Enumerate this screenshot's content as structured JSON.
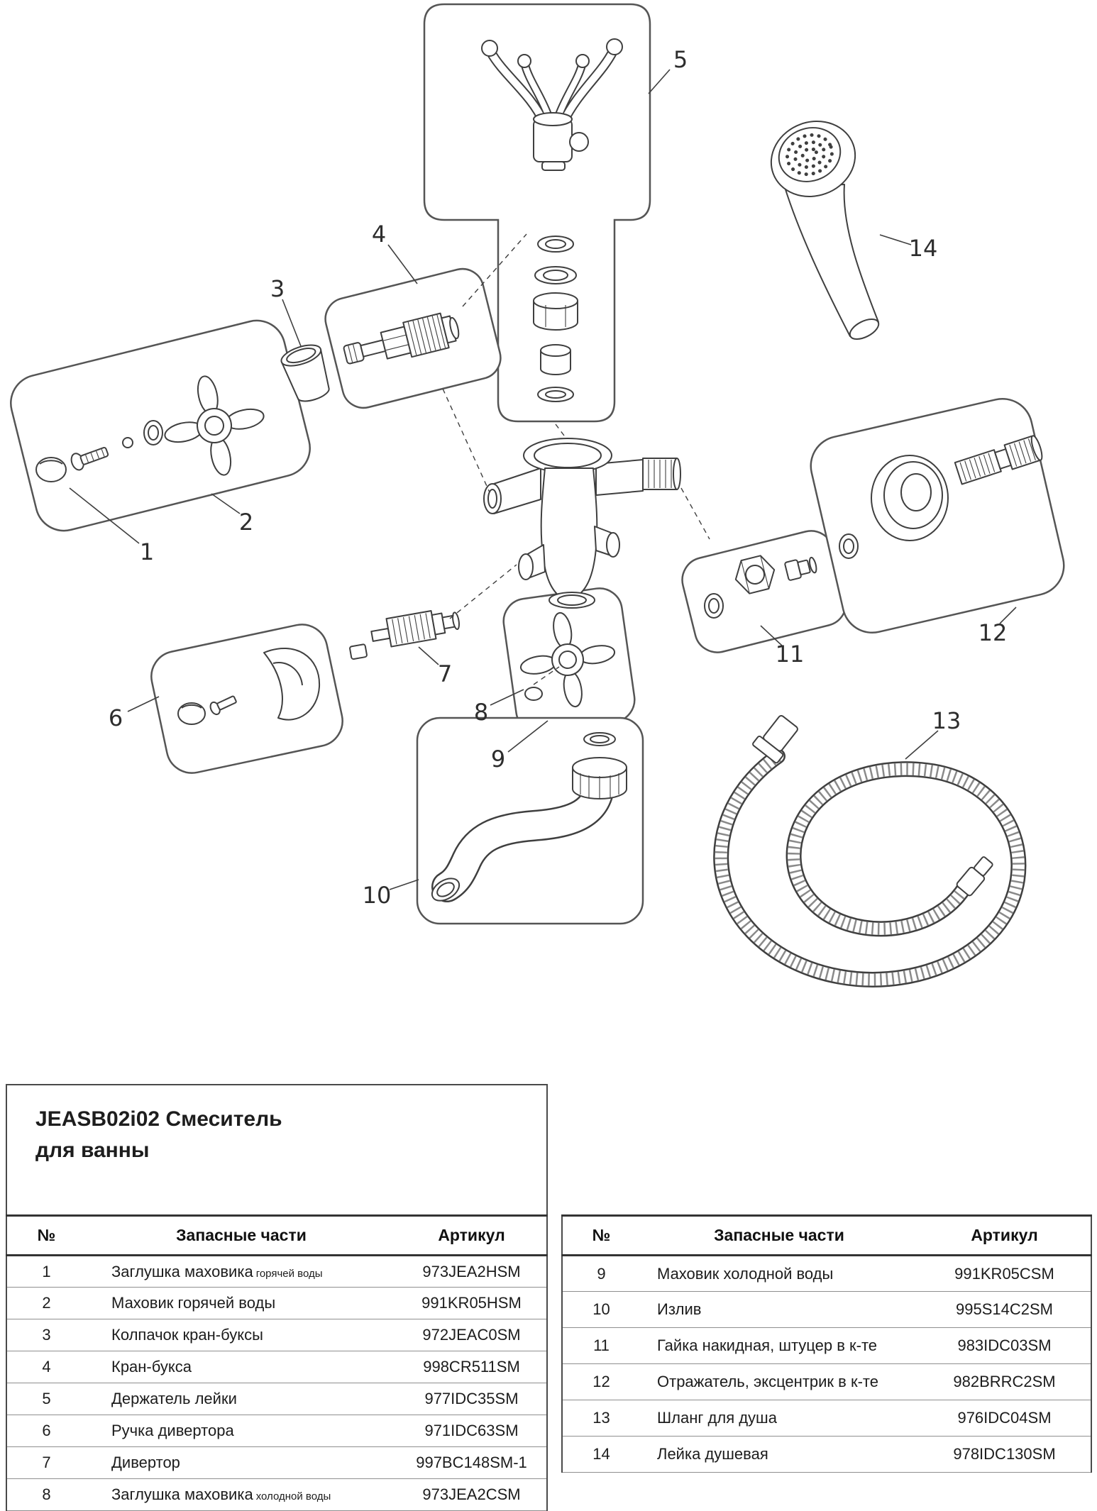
{
  "title": {
    "line1": "JEASB02i02 Смеситель",
    "line2": "для ванны"
  },
  "tables": {
    "headers": {
      "num": "№",
      "parts": "Запасные части",
      "article": "Артикул"
    },
    "left": [
      {
        "num": "1",
        "part": "Заглушка маховика",
        "part_small": "горячей воды",
        "article": "973JEA2HSM"
      },
      {
        "num": "2",
        "part": "Маховик горячей воды",
        "article": "991KR05HSM"
      },
      {
        "num": "3",
        "part": "Колпачок кран-буксы",
        "article": "972JEAC0SM"
      },
      {
        "num": "4",
        "part": "Кран-букса",
        "article": "998CR511SM"
      },
      {
        "num": "5",
        "part": "Держатель лейки",
        "article": "977IDC35SM"
      },
      {
        "num": "6",
        "part": "Ручка дивертора",
        "article": "971IDC63SM"
      },
      {
        "num": "7",
        "part": "Дивертор",
        "article": "997BC148SM-1"
      },
      {
        "num": "8",
        "part": "Заглушка маховика",
        "part_small": "холодной воды",
        "article": "973JEA2CSM"
      }
    ],
    "right": [
      {
        "num": "9",
        "part": "Маховик холодной воды",
        "article": "991KR05CSM"
      },
      {
        "num": "10",
        "part": "Излив",
        "article": "995S14C2SM"
      },
      {
        "num": "11",
        "part": "Гайка накидная, штуцер в к-те",
        "article": "983IDC03SM"
      },
      {
        "num": "12",
        "part": "Отражатель, эксцентрик в к-те",
        "article": "982BRRC2SM"
      },
      {
        "num": "13",
        "part": "Шланг для душа",
        "article": "976IDC04SM"
      },
      {
        "num": "14",
        "part": "Лейка душевая",
        "article": "978IDC130SM"
      }
    ]
  },
  "diagram": {
    "callouts": [
      "1",
      "2",
      "3",
      "4",
      "5",
      "6",
      "7",
      "8",
      "9",
      "10",
      "11",
      "12",
      "13",
      "14"
    ],
    "line_color": "#3f3f3f"
  }
}
